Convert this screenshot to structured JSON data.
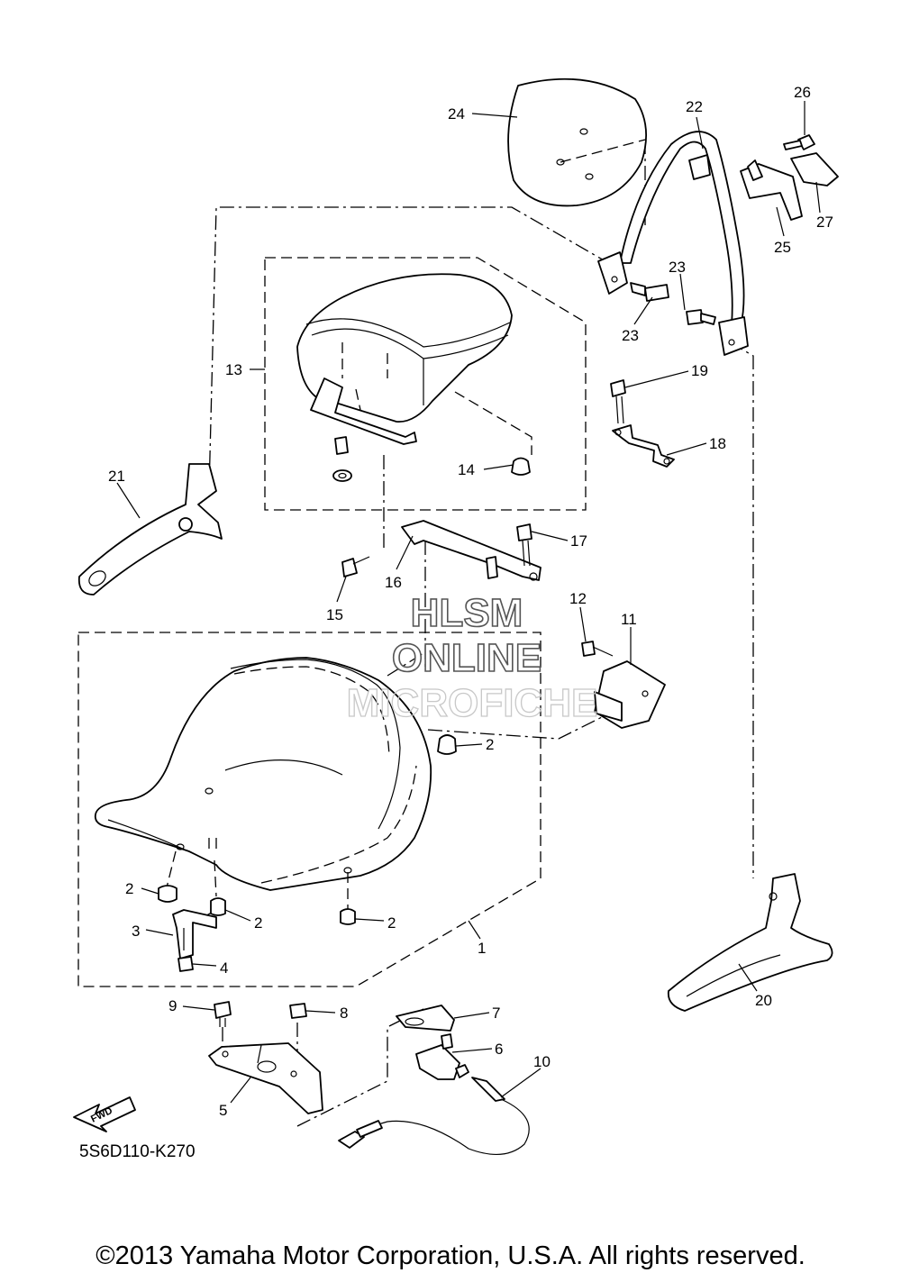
{
  "diagram": {
    "ref_code": "5S6D110-K270",
    "copyright": "©2013 Yamaha Motor Corporation, U.S.A. All rights reserved.",
    "fwd_arrow": "FWD",
    "watermark": [
      "HLSM",
      "ONLINE",
      "MICROFICHE"
    ],
    "callouts": [
      {
        "id": "1",
        "text": "1"
      },
      {
        "id": "2a",
        "text": "2"
      },
      {
        "id": "2b",
        "text": "2"
      },
      {
        "id": "2c",
        "text": "2"
      },
      {
        "id": "2d",
        "text": "2"
      },
      {
        "id": "3",
        "text": "3"
      },
      {
        "id": "4",
        "text": "4"
      },
      {
        "id": "5",
        "text": "5"
      },
      {
        "id": "6",
        "text": "6"
      },
      {
        "id": "7",
        "text": "7"
      },
      {
        "id": "8",
        "text": "8"
      },
      {
        "id": "9",
        "text": "9"
      },
      {
        "id": "10",
        "text": "10"
      },
      {
        "id": "11",
        "text": "11"
      },
      {
        "id": "12",
        "text": "12"
      },
      {
        "id": "13",
        "text": "13"
      },
      {
        "id": "14",
        "text": "14"
      },
      {
        "id": "15",
        "text": "15"
      },
      {
        "id": "16",
        "text": "16"
      },
      {
        "id": "17",
        "text": "17"
      },
      {
        "id": "18",
        "text": "18"
      },
      {
        "id": "19",
        "text": "19"
      },
      {
        "id": "20",
        "text": "20"
      },
      {
        "id": "21",
        "text": "21"
      },
      {
        "id": "22",
        "text": "22"
      },
      {
        "id": "23a",
        "text": "23"
      },
      {
        "id": "23b",
        "text": "23"
      },
      {
        "id": "24",
        "text": "24"
      },
      {
        "id": "25",
        "text": "25"
      },
      {
        "id": "26",
        "text": "26"
      },
      {
        "id": "27",
        "text": "27"
      }
    ]
  }
}
